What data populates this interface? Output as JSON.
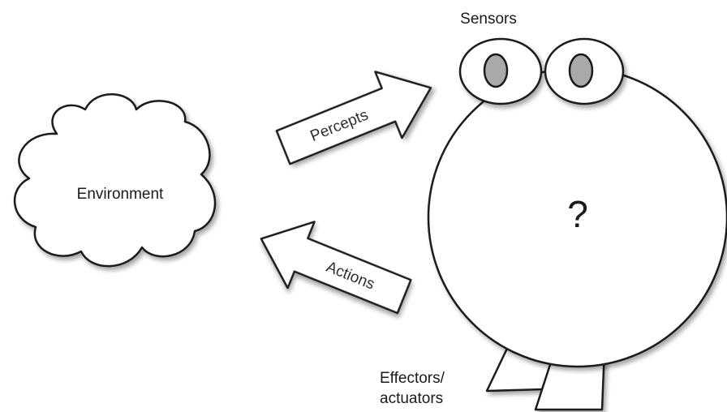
{
  "labels": {
    "sensors": "Sensors",
    "environment": "Environment",
    "percepts": "Percepts",
    "actions": "Actions",
    "agent_mark": "?",
    "effectors_line1": "Effectors/",
    "effectors_line2": "actuators"
  },
  "colors": {
    "stroke": "#1a1a1a",
    "fill": "#ffffff",
    "pupil": "#a9a9a9"
  }
}
